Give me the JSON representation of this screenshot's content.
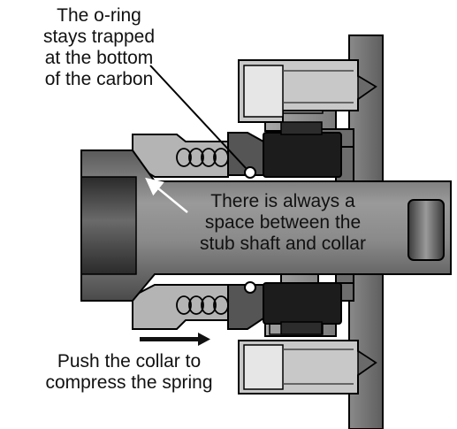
{
  "labels": {
    "oring": [
      "The o-ring",
      "stays trapped",
      "at the bottom",
      "of the carbon"
    ],
    "space": [
      "There is always a",
      "space between the",
      "stub shaft and collar"
    ],
    "push": [
      "Push the collar to",
      "compress the spring"
    ]
  },
  "colors": {
    "metal_dark": "#3a3a3a",
    "metal_mid": "#8a8a8a",
    "metal_light": "#b9b9b9",
    "face_black": "#1c1c1c",
    "outline": "#000000"
  }
}
